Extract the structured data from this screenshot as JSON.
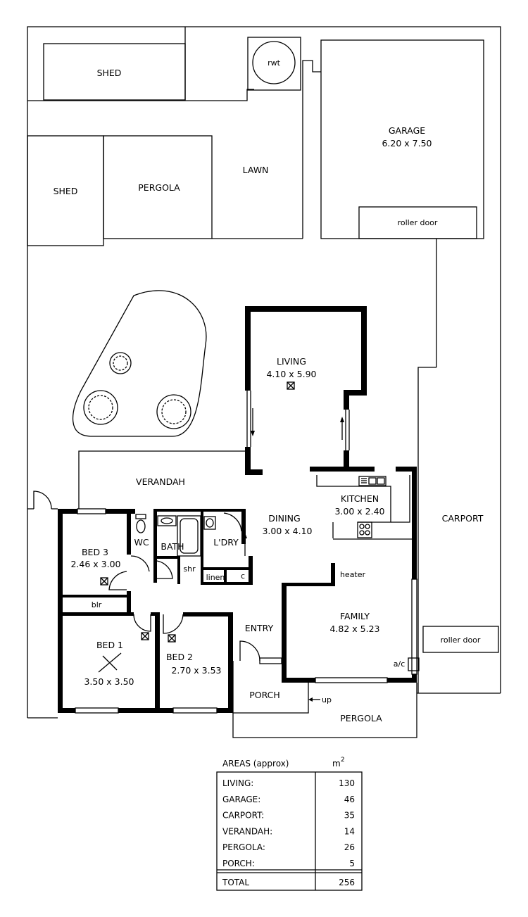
{
  "rooms": {
    "shed_top": "SHED",
    "shed_left": "SHED",
    "pergola_top": "PERGOLA",
    "lawn": "LAWN",
    "rwt": "rwt",
    "garage_name": "GARAGE",
    "garage_dim": "6.20 x 7.50",
    "garage_door": "roller door",
    "living_name": "LIVING",
    "living_dim": "4.10 x 5.90",
    "verandah": "VERANDAH",
    "kitchen_name": "KITCHEN",
    "kitchen_dim": "3.00 x 2.40",
    "carport": "CARPORT",
    "carport_door": "roller door",
    "dining_name": "DINING",
    "dining_dim": "3.00 x 4.10",
    "bed3_name": "BED 3",
    "bed3_dim": "2.46 x 3.00",
    "wc": "WC",
    "bath": "BATH",
    "ldry": "L'DRY",
    "shr": "shr",
    "linen": "linen",
    "c": "c",
    "blr": "blr",
    "heater": "heater",
    "family_name": "FAMILY",
    "family_dim": "4.82 x 5.23",
    "bed1_name": "BED 1",
    "bed1_dim": "3.50 x 3.50",
    "bed2_name": "BED 2",
    "bed2_dim": "2.70 x 3.53",
    "entry": "ENTRY",
    "ac": "a/c",
    "porch": "PORCH",
    "up": "up",
    "pergola_bottom": "PERGOLA"
  },
  "areas": {
    "heading": "AREAS (approx)",
    "unit": "m",
    "unit_sup": "2",
    "rows": [
      {
        "label": "LIVING:",
        "value": "130"
      },
      {
        "label": "GARAGE:",
        "value": "46"
      },
      {
        "label": "CARPORT:",
        "value": "35"
      },
      {
        "label": "VERANDAH:",
        "value": "14"
      },
      {
        "label": "PERGOLA:",
        "value": "26"
      },
      {
        "label": "PORCH:",
        "value": "5"
      }
    ],
    "total": {
      "label": "TOTAL",
      "value": "256"
    }
  }
}
